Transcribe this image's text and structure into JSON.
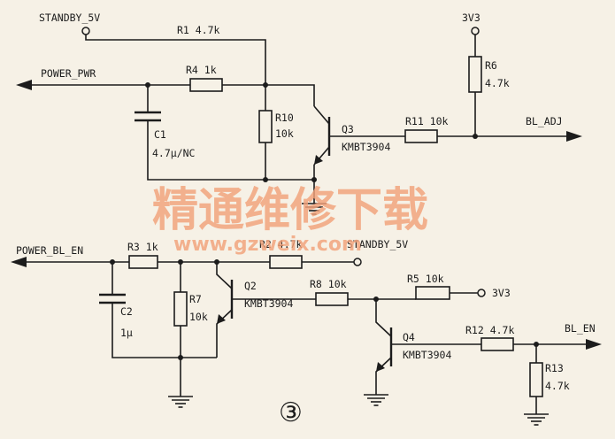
{
  "labels": {
    "standby_top": "STANDBY_5V",
    "r1": "R1 4.7k",
    "power_pwr": "POWER_PWR",
    "r4": "R4 1k",
    "c1": "C1",
    "c1_value": "4.7μ/NC",
    "r10": "R10",
    "r10_value": "10k",
    "q3": "Q3",
    "q3_part": "KMBT3904",
    "r11": "R11 10k",
    "bl_adj": "BL_ADJ",
    "rail_3v3_top": "3V3",
    "r6": "R6",
    "r6_value": "4.7k",
    "power_bl_en": "POWER_BL_EN",
    "r3": "R3 1k",
    "r2": "R2 4.7k",
    "standby_mid": "STANDBY_5V",
    "c2": "C2",
    "c2_value": "1μ",
    "r7": "R7",
    "r7_value": "10k",
    "q2": "Q2",
    "q2_part": "KMBT3904",
    "r8": "R8 10k",
    "r5": "R5 10k",
    "rail_3v3_mid": "3V3",
    "q4": "Q4",
    "q4_part": "KMBT3904",
    "r12": "R12 4.7k",
    "bl_en": "BL_EN",
    "r13": "R13",
    "r13_value": "4.7k",
    "figure_number": "③"
  },
  "watermark": {
    "chinese": "精通维修下载",
    "url": "www.gzweix.com",
    "color": "#f2a27a"
  }
}
